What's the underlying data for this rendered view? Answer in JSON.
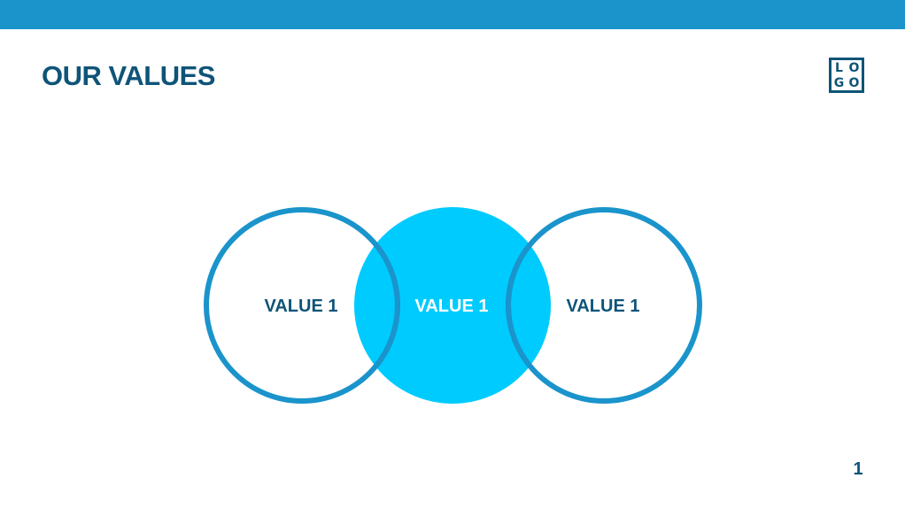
{
  "slide": {
    "title": "OUR VALUES",
    "logo_letters": [
      "L",
      "O",
      "G",
      "O"
    ],
    "page_number": "1"
  },
  "colors": {
    "top_bar": "#1a94cb",
    "title": "#0e5478",
    "ring_stroke": "#1a94cb",
    "center_fill": "#00cbff",
    "center_overlap": "#1a94cb",
    "label_dark": "#0e5478",
    "label_light": "#ffffff"
  },
  "values": [
    {
      "label": "VALUE 1",
      "style": "outline"
    },
    {
      "label": "VALUE 1",
      "style": "filled"
    },
    {
      "label": "VALUE 1",
      "style": "outline"
    }
  ]
}
